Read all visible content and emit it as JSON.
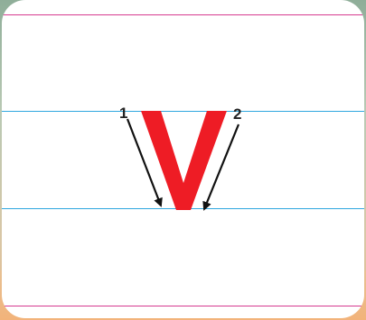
{
  "letter": {
    "character": "v",
    "color": "#ee1c25"
  },
  "strokes": [
    {
      "order": "1",
      "direction": "down-right"
    },
    {
      "order": "2",
      "direction": "down-left"
    }
  ],
  "guidelines": {
    "top_color": "#d63a8f",
    "middle_color": "#2fa7df",
    "bottom_color": "#d63a8f"
  }
}
